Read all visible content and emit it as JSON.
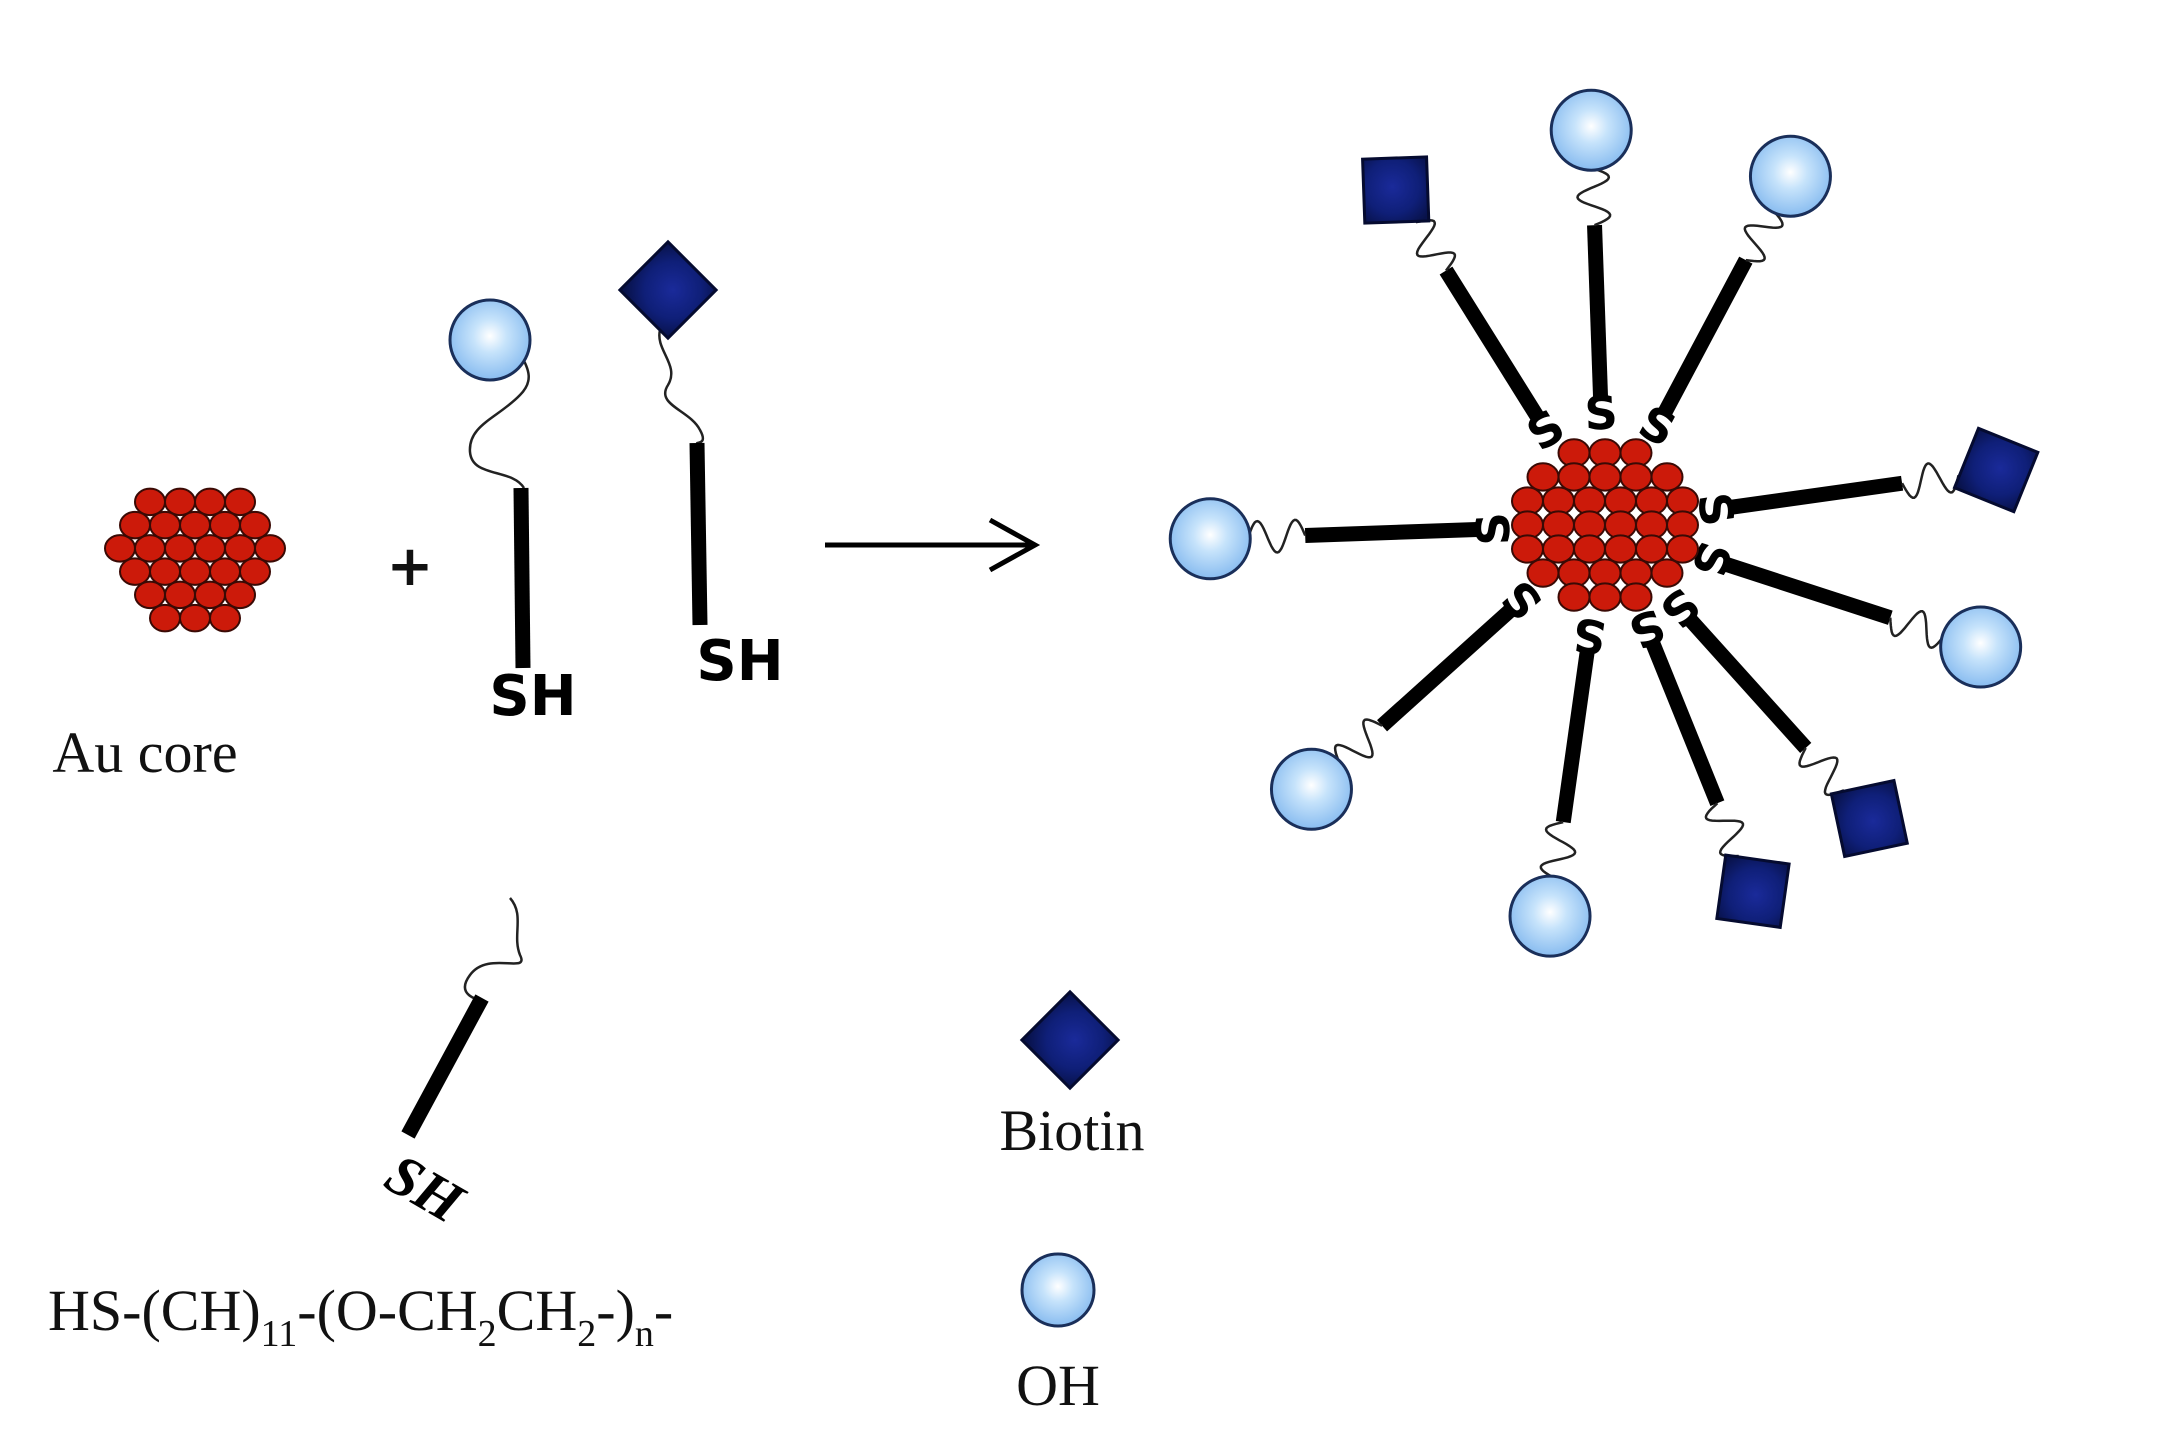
{
  "labels": {
    "plus": "+",
    "au_core": "Au core",
    "thiol_1": "SH",
    "thiol_2": "SH",
    "thiol_tilted": "SH",
    "biotin": "Biotin",
    "oh": "OH",
    "sulfur": "S",
    "formula": {
      "p1": "HS-(CH)",
      "s1": "11",
      "p2": "-(O-CH",
      "s2": "2",
      "p3": "CH",
      "s3": "2",
      "p4": "-)",
      "s4": "n",
      "p5": "-"
    }
  },
  "ligands_on_particle": [
    {
      "cap": "oh"
    },
    {
      "cap": "oh"
    },
    {
      "cap": "biotin"
    },
    {
      "cap": "oh"
    },
    {
      "cap": "oh"
    },
    {
      "cap": "biotin"
    },
    {
      "cap": "oh"
    },
    {
      "cap": "biotin"
    },
    {
      "cap": "oh"
    },
    {
      "cap": "biotin"
    }
  ],
  "colors": {
    "gold_atom": "#cc1a0a",
    "gold_atom_edge": "#3a0a05",
    "oh_fill": "#8ec5f5",
    "oh_edge": "#1a2f5a",
    "biotin_fill": "#0f1f78",
    "biotin_edge": "#050b30",
    "chain": "#000000",
    "text": "#111111"
  }
}
